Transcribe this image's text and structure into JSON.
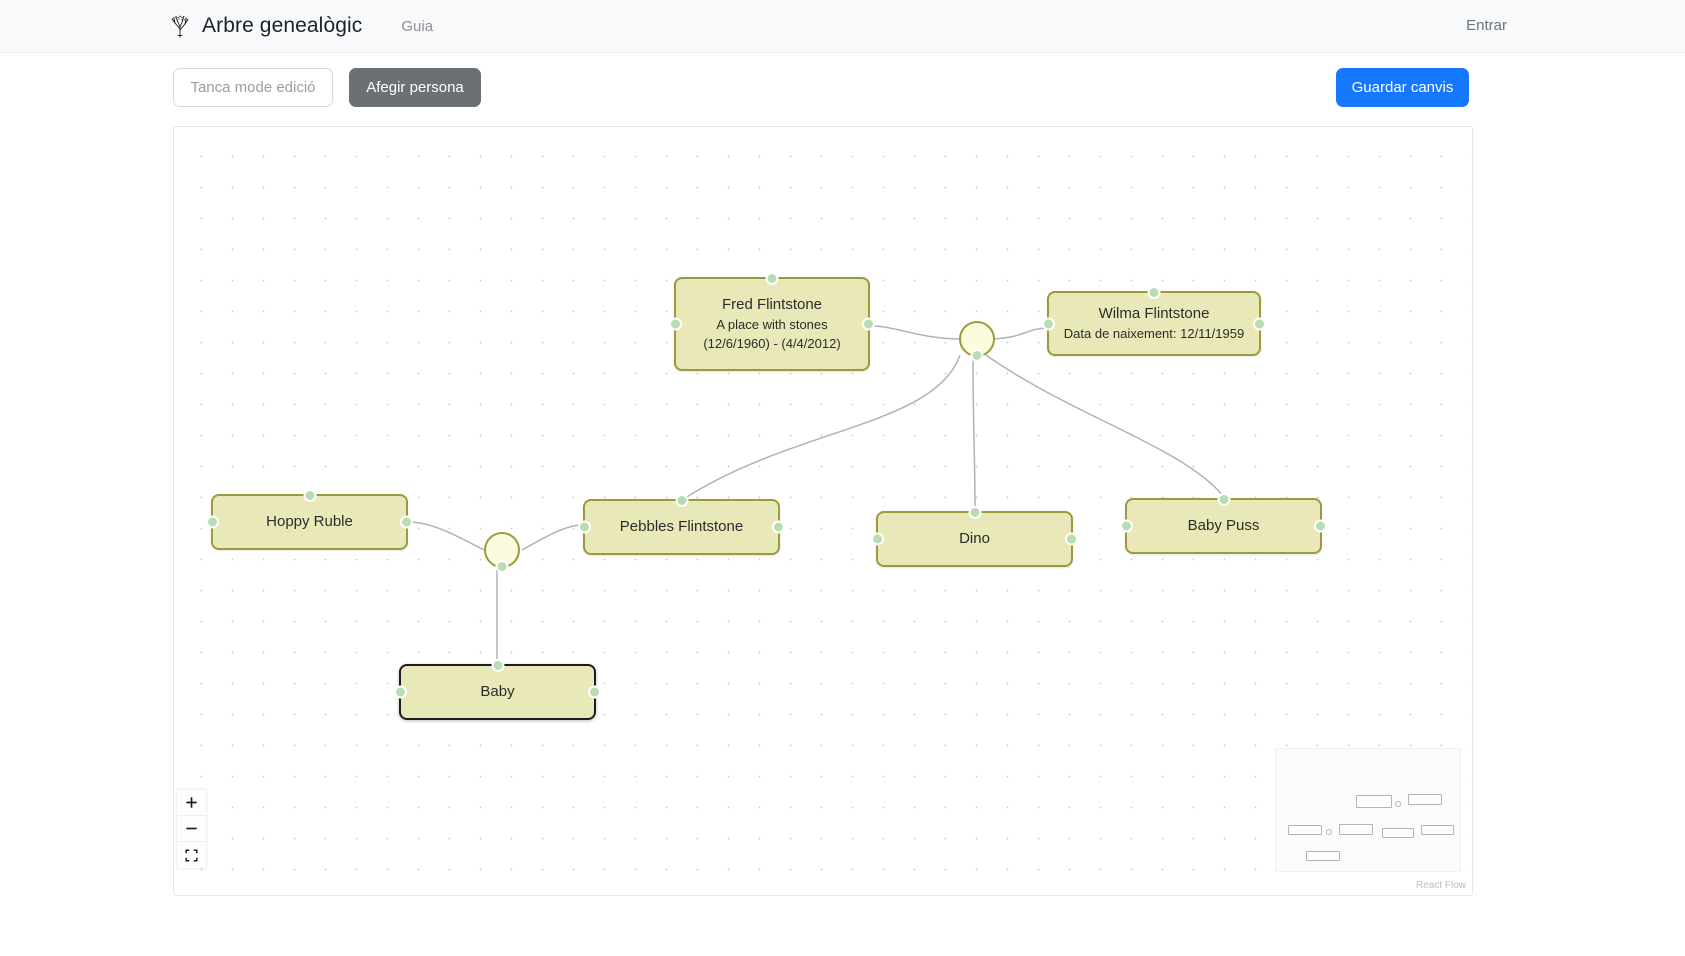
{
  "header": {
    "brand_icon": "tree-icon",
    "title": "Arbre genealògic",
    "nav_link": "Guia",
    "login_label": "Entrar"
  },
  "toolbar": {
    "close_edit_label": "Tanca mode edició",
    "add_person_label": "Afegir persona",
    "save_label": "Guardar canvis",
    "primary_color": "#1677ff",
    "gray_color": "#6b7075"
  },
  "canvas": {
    "node_fill": "#e8e8b9",
    "node_border": "#9d9a3c",
    "handle_color": "#b8ddb4",
    "attribution": "React Flow",
    "controls": {
      "zoom_in": "+",
      "zoom_out": "−",
      "fit_view": "fit-view-icon"
    },
    "nodes": [
      {
        "id": "fred",
        "name": "Fred Flintstone",
        "line2": "A place with stones",
        "line3": "(12/6/1960) - (4/4/2012)",
        "selected": false
      },
      {
        "id": "wilma",
        "name": "Wilma Flintstone",
        "line2": "Data de naixement: 12/11/1959",
        "line3": "",
        "selected": false
      },
      {
        "id": "hoppy",
        "name": "Hoppy Ruble",
        "line2": "",
        "line3": "",
        "selected": false
      },
      {
        "id": "pebbles",
        "name": "Pebbles Flintstone",
        "line2": "",
        "line3": "",
        "selected": false
      },
      {
        "id": "dino",
        "name": "Dino",
        "line2": "",
        "line3": "",
        "selected": false
      },
      {
        "id": "babypuss",
        "name": "Baby Puss",
        "line2": "",
        "line3": "",
        "selected": false
      },
      {
        "id": "baby",
        "name": "Baby",
        "line2": "",
        "line3": "",
        "selected": true
      }
    ]
  }
}
